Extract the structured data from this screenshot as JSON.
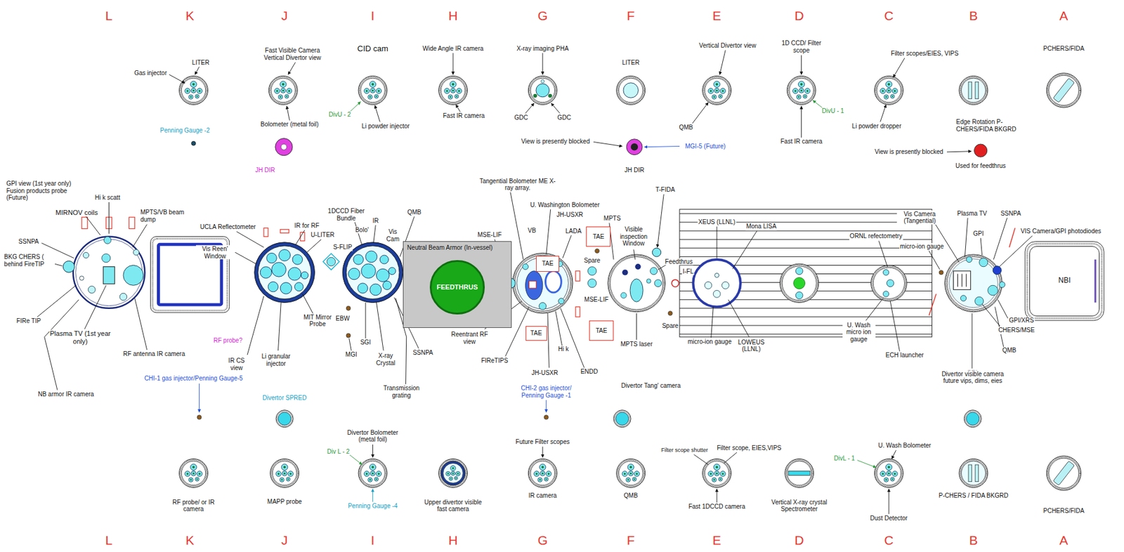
{
  "diagram": {
    "nodes": [
      {
        "text": [
          "Neutral Beam Armor (In-vessel)"
        ]
      },
      {
        "text": [
          "FEEDTHRUS"
        ],
        "in": 0
      },
      {
        "text": [
          "TAE"
        ]
      },
      {
        "text": [
          "TAE"
        ]
      },
      {
        "text": [
          "TAE"
        ]
      },
      {
        "text": [
          "TAE"
        ]
      },
      {
        "text": [
          "NBI"
        ]
      }
    ],
    "labels": [
      "L",
      "K",
      "J",
      "I",
      "H",
      "G",
      "F",
      "E",
      "D",
      "C",
      "B",
      "A",
      "Gas injector",
      "LITER",
      "Penning Gauge -2",
      "Fast Visible Camera Vertical Divertor view",
      "Bolometer (metal foil)",
      "JH DIR",
      "CID cam",
      "DivU - 2",
      "Li powder injector",
      "Wide Angle IR camera",
      "Fast IR camera",
      "X-ray imaging PHA",
      "GDC",
      "GDC",
      "LITER",
      "View is presently blocked",
      "MGI-5 (Future)",
      "JH DIR",
      "Vertical Divertor view",
      "QMB",
      "1D CCD/ Filter scope",
      "DivU - 1",
      "Fast IR camera",
      "Filter scopes/EIES, VIPS",
      "Li powder dropper",
      "Edge Rotation P-CHERS/FIDA BKGRD",
      "View is presently blocked",
      "Used for feedthrus",
      "PCHERS/FIDA",
      "GPI view (1st year only) Fusion products probe (Future)",
      "MIRNOV coils",
      "Hi k scatt",
      "MPTS/VB beam dump",
      "SSNPA",
      "BKG CHERS ( behind FireTIP",
      "FIRe TIP",
      "Plasma TV (1st year only)",
      "RF antenna IR camera",
      "NB armor IR camera",
      "RF probe?",
      "UCLA Reflectometer",
      "IR for RF",
      "U-LITER",
      "Vis Reen' Window",
      "S-FLIP",
      "MIT Mirror Probe",
      "IR CS view",
      "Li granular injector",
      "1DCCD Fiber Bundle",
      "IR",
      "Bolo'",
      "Vis Cam",
      "QMB",
      "EBW",
      "SGI",
      "MGI",
      "X-ray Crystal",
      "SSNPA",
      "Transmission grating",
      "Tangential Bolometer ME X-ray array.",
      "MSE-LIF",
      "U. Washington Bolometer",
      "JH-USXR",
      "VB",
      "LADA",
      "Reentrant RF view",
      "FIReTIPS",
      "Hi k",
      "JH-USXR",
      "ENDD",
      "MSE-LIF",
      "Spare",
      "MPTS",
      "T-FIDA",
      "Visible inspection Window",
      "Feedthrus",
      "I-FL",
      "Spare",
      "MPTS laser",
      "XEUS (LLNL)",
      "Mona LISA",
      "micro-ion gauge",
      "LOWEUS (LLNL)",
      "ORNL refectometry",
      "U. Wash micro ion gauge",
      "ECH launcher",
      "Vis Camera (Tangential)",
      "micro-ion gauge",
      "Plasma TV",
      "GPI",
      "SSNPA",
      "VIS Camera/GPI photodiodes",
      "CHERS/MSE",
      "GPI/XRS",
      "QMB",
      "GPI",
      "CHI-1 gas injector/Penning Gauge-5",
      "Divertor SPRED",
      "CHI-2 gas injector/ Penning Gauge -1",
      "Divertor Tang' camera",
      "Divertor visible camera future vips, dims, eies",
      "RF probe/ or IR camera",
      "MAPP probe",
      "Divertor Bolometer (metal foil)",
      "Div L - 2",
      "Penning Gauge -4",
      "Upper divertor visible fast camera",
      "Future Filter scopes",
      "IR camera",
      "QMB",
      "Filter scope shutter",
      "Filter scope, EIES,VIPS",
      "Fast 1DCCD camera",
      "Vertical X-ray crystal Spectrometer",
      "U. Wash Bolometer",
      "DivL - 1",
      "Dust Detector",
      "P-CHERS / FIDA BKGRD",
      "PCHERS/FIDA",
      "L",
      "K",
      "J",
      "I",
      "H",
      "G",
      "F",
      "E",
      "D",
      "C",
      "B",
      "A"
    ]
  }
}
